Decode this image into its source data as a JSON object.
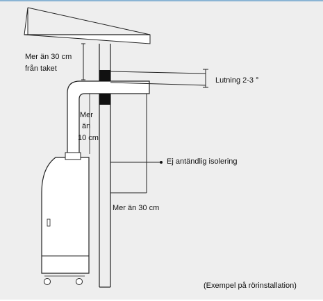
{
  "diagram": {
    "labels": {
      "roof_clearance_line1": "Mer än 30 cm",
      "roof_clearance_line2": "från taket",
      "slope": "Lutning 2-3 °",
      "pipe_gap_line1": "Mer",
      "pipe_gap_line2": "än",
      "pipe_gap_line3": "10 cm",
      "insulation": "Ej antändlig isolering",
      "wall_clearance": "Mer än 30 cm",
      "caption": "(Exempel på rörinstallation)"
    },
    "colors": {
      "background": "#eeeeee",
      "line": "#222222",
      "top_border": "#8ab4d4"
    }
  }
}
